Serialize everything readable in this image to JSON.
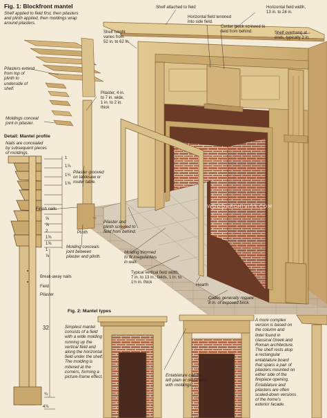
{
  "fig1": {
    "num": "Fig. 1:",
    "title": "Blockfront mantel",
    "intro": "Shelf applied to field first, then pilasters\nand plinth applied, then moldings wrap\naround pilasters."
  },
  "profile": {
    "title": "Detail: Mantel profile",
    "intro": "Nails are concealed\nby subsequent pieces\nof moldings."
  },
  "fig2": {
    "num": "Fig. 2:",
    "title": "Mantel types",
    "simple_note": "Simplest mantel\nconsists of a field\nwith a wide molding\nrunning up the\nvertical field and\nalong the horizontal\nfield under the shelf.\nThe molding is\nmitered at the\ncorners, forming a\npicture-frame effect.",
    "entablature_note": "Entablature can be\nleft plain or decorated\nwith moldings.",
    "complex_note": "A more complex\nversion is based on\nthe column and\nlintel found in\nclassical Greek and\nRoman architecture.\nThe shelf rests atop\na rectangular\nentablature board\nthat spans a pair of\npilasters mounted on\neither side of the\nfireplace opening.\nEntablature and\npilasters are often\nscaled-down versions\nof the home's\nexterior facade."
  },
  "callouts": {
    "shelf_attached": "Shelf attached to field",
    "horizontal_field_width": "Horizontal field width,\n13 in. to 24 in.",
    "horizontal_field_tenoned": "Horizontal field tenoned\ninto side field.",
    "center_block": "Center block screwed to\nfield from behind.",
    "shelf_overhang": "Shelf overhang at\nends, typically 2 in.",
    "shelf_height": "Shelf height\nvaries from\n52 in. to 62 in.",
    "pilasters_extend": "Pilasters extend\nfrom top of\nplinth to\nunderside of\nshelf.",
    "pilaster_size": "Pilaster, 4 in.\nto 7 in. wide,\n1 in. to 2 in.\nthick",
    "moldings_conceal": "Moldings conceal\njoint in pilaster.",
    "pilaster_grooved": "Pilaster grooved\non tablesaw or\nrouter table.",
    "finish_nails": "Finish nails",
    "plinth": "Plinth",
    "pilaster_plinth_screwed": "Pilaster and\nplinth screwed to\nfield from behind.",
    "molding_conceals_joint": "Molding conceals\njoint between\npilaster and plinth.",
    "molding_trimmed": "Molding trimmed\nto fit irregularities\nin wall.",
    "vertical_field_width": "Typical vertical field width,\n7 in. to 13 in.; fields, 1 in. to\n1½ in. thick",
    "hearth": "Hearth",
    "codes": "Codes generally require\n8 in. of exposed brick.",
    "break_away_nails": "Break-away nails",
    "field": "Field",
    "pilaster": "Pilaster"
  },
  "profile_dims": {
    "d1": "1",
    "d2": "1⅞",
    "d3": "1¾",
    "d4": "1⅝",
    "d5": "⅝",
    "d6": "⅝",
    "d7": "2",
    "d8": "1⅝",
    "d9": "1⅝",
    "d10": "1",
    "d11": "⅞",
    "height_32": "32",
    "d_bottom1": "¾",
    "d_bottom2": "4⅞"
  },
  "watermark": "WOODARCHIVIST.COM",
  "colors": {
    "wood": "#d9bf8a",
    "wood_dark": "#b4925a",
    "wood_shadow": "#9b7a47",
    "brick": "#b06a4a",
    "brick_dark": "#8a4a32",
    "floor": "#c9b8a2",
    "hearth": "#d8cdbb",
    "background": "#f4ecd8"
  }
}
